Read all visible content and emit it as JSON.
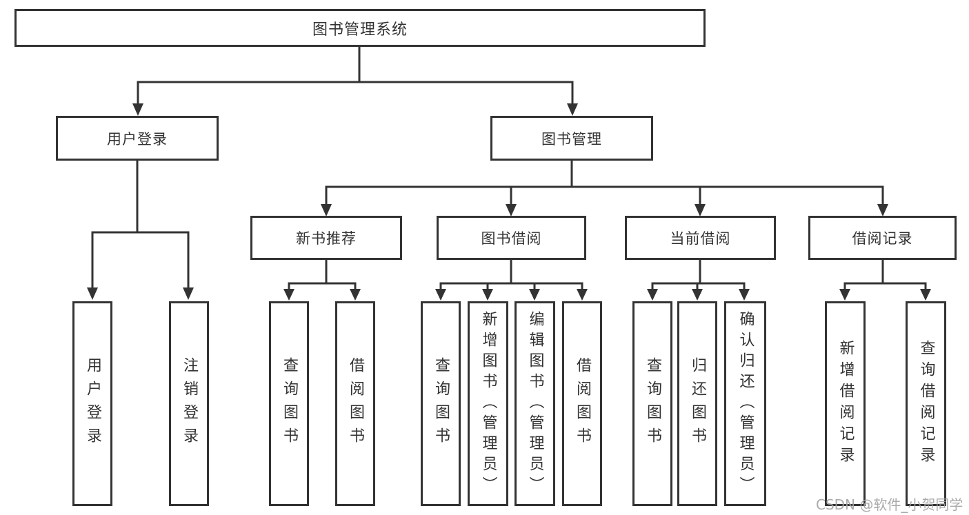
{
  "tree": {
    "root": {
      "label": "图书管理系统",
      "children": [
        {
          "label": "用户登录",
          "children": [
            {
              "label": "用户登录"
            },
            {
              "label": "注销登录"
            }
          ]
        },
        {
          "label": "图书管理",
          "children": [
            {
              "label": "新书推荐",
              "children": [
                {
                  "label": "查询图书"
                },
                {
                  "label": "借阅图书"
                }
              ]
            },
            {
              "label": "图书借阅",
              "children": [
                {
                  "label": "查询图书"
                },
                {
                  "label": "新增图书（管理员）"
                },
                {
                  "label": "编辑图书（管理员）"
                },
                {
                  "label": "借阅图书"
                }
              ]
            },
            {
              "label": "当前借阅",
              "children": [
                {
                  "label": "查询图书"
                },
                {
                  "label": "归还图书"
                },
                {
                  "label": "确认归还（管理员）"
                }
              ]
            },
            {
              "label": "借阅记录",
              "children": [
                {
                  "label": "新增借阅记录"
                },
                {
                  "label": "查询借阅记录"
                }
              ]
            }
          ]
        }
      ]
    }
  },
  "watermark": {
    "text": "CSDN @软件_小贺同学"
  },
  "colors": {
    "line": "#333333",
    "text": "#333333",
    "watermark": "#a3a3a3",
    "background": "#ffffff"
  }
}
